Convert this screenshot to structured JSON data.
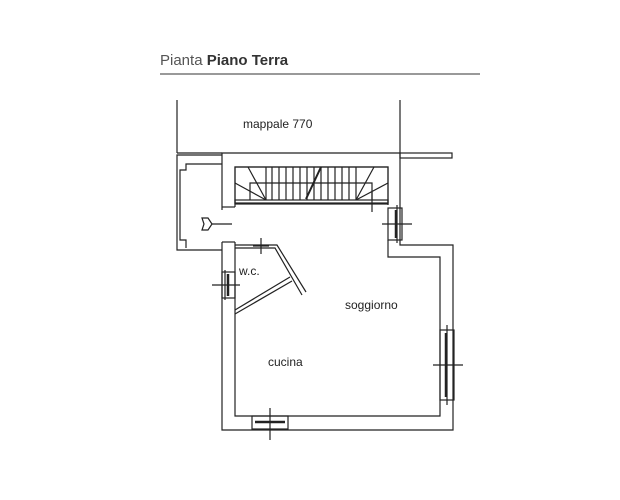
{
  "title": {
    "prefix": "Pianta",
    "bold": "Piano Terra"
  },
  "labels": {
    "parcel": "mappale 770",
    "wc": "w.c.",
    "living": "soggiorno",
    "kitchen": "cucina"
  }
}
